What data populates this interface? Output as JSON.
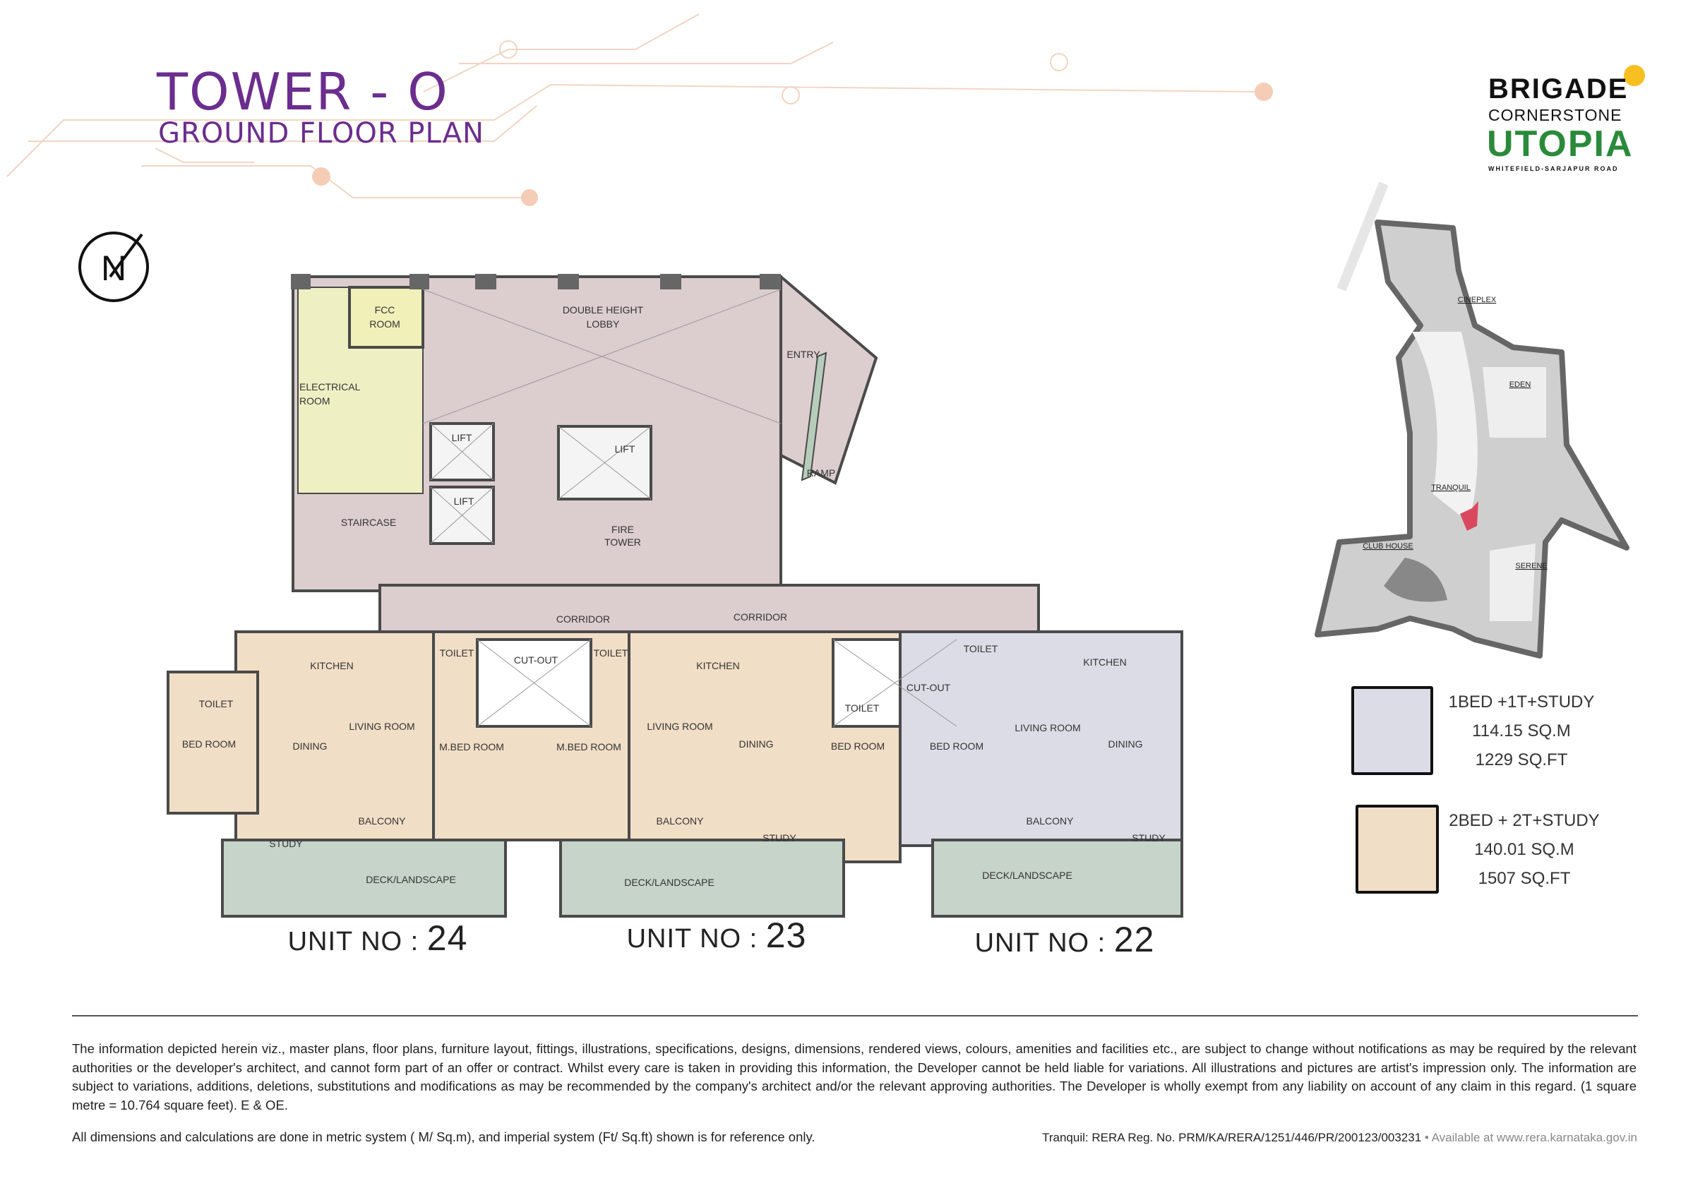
{
  "header": {
    "title": "TOWER - O",
    "subtitle": "GROUND FLOOR PLAN"
  },
  "logo": {
    "line1": "BRIGADE",
    "line2": "CORNERSTONE",
    "line3": "UTOPIA",
    "line4": "WHITEFIELD-SARJAPUR ROAD"
  },
  "compass": {
    "letter": "N"
  },
  "core": {
    "fcc": [
      "FCC",
      "ROOM"
    ],
    "lobby": [
      "DOUBLE HEIGHT",
      "LOBBY"
    ],
    "electrical": [
      "ELECTRICAL",
      "ROOM"
    ],
    "entry": "ENTRY",
    "ramp": "RAMP",
    "lift": "LIFT",
    "staircase": "STAIRCASE",
    "fire_tower": [
      "FIRE",
      "TOWER"
    ],
    "corridor": "CORRIDOR",
    "cut_out": "CUT-OUT"
  },
  "rooms": {
    "toilet": "TOILET",
    "bed_room": "BED ROOM",
    "m_bed_room": "M.BED ROOM",
    "kitchen": "KITCHEN",
    "living_room": "LIVING ROOM",
    "dining": "DINING",
    "balcony": "BALCONY",
    "study": "STUDY",
    "deck": "DECK/LANDSCAPE"
  },
  "units": [
    {
      "prefix": "UNIT NO : ",
      "number": "24"
    },
    {
      "prefix": "UNIT NO : ",
      "number": "23"
    },
    {
      "prefix": "UNIT NO : ",
      "number": "22"
    }
  ],
  "site_map": {
    "labels": [
      "CINEPLEX",
      "EDEN",
      "TRANQUIL",
      "CLUB HOUSE",
      "SERENE"
    ]
  },
  "legend": [
    {
      "type": "1BED +1T+STUDY",
      "sqm": "114.15 SQ.M",
      "sqft": "1229 SQ.FT",
      "color": "#dcdce6"
    },
    {
      "type": "2BED + 2T+STUDY",
      "sqm": "140.01 SQ.M",
      "sqft": "1507 SQ.FT",
      "color": "#f1dec6"
    }
  ],
  "footer": {
    "disclaimer": "The information depicted herein viz., master plans, floor plans, furniture layout, fittings, illustrations, specifications, designs, dimensions, rendered views, colours, amenities and facilities etc., are subject to change without notifications as may be required by the relevant authorities or the developer's architect, and cannot form part of an offer or contract. Whilst every care is taken in providing this information, the Developer cannot be held liable for variations. All illustrations and pictures are artist's impression only. The information are subject to variations, additions, deletions, substitutions and modifications as may be recommended by the company's architect and/or the relevant approving authorities. The Developer is wholly exempt from any liability on account of any claim in this regard. (1 square metre = 10.764 square feet). E & OE.",
    "metric_note": "All dimensions and calculations are done in metric system ( M/ Sq.m), and imperial system (Ft/ Sq.ft) shown is for reference only.",
    "rera": "Tranquil: RERA Reg. No. PRM/KA/RERA/1251/446/PR/200123/003231",
    "rera_available": " • Available at www.rera.karnataka.gov.in"
  },
  "colors": {
    "brand_purple": "#6b2d8e",
    "unit_2bed": "#f1dec6",
    "unit_1bed": "#dcdce6",
    "core": "#dccdcf",
    "electrical": "#eef0c4",
    "deck": "#c6d4c9"
  }
}
